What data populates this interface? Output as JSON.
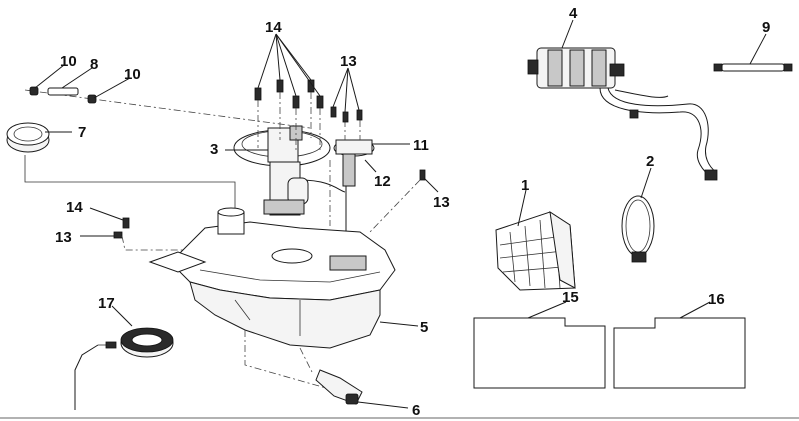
{
  "callouts": {
    "c1": "1",
    "c2": "2",
    "c3": "3",
    "c4": "4",
    "c5": "5",
    "c6": "6",
    "c7": "7",
    "c8": "8",
    "c9": "9",
    "c10a": "10",
    "c10b": "10",
    "c11": "11",
    "c12": "12",
    "c13a": "13",
    "c13b": "13",
    "c13c": "13",
    "c14a": "14",
    "c14b": "14",
    "c15": "15",
    "c16": "16",
    "c17": "17"
  }
}
